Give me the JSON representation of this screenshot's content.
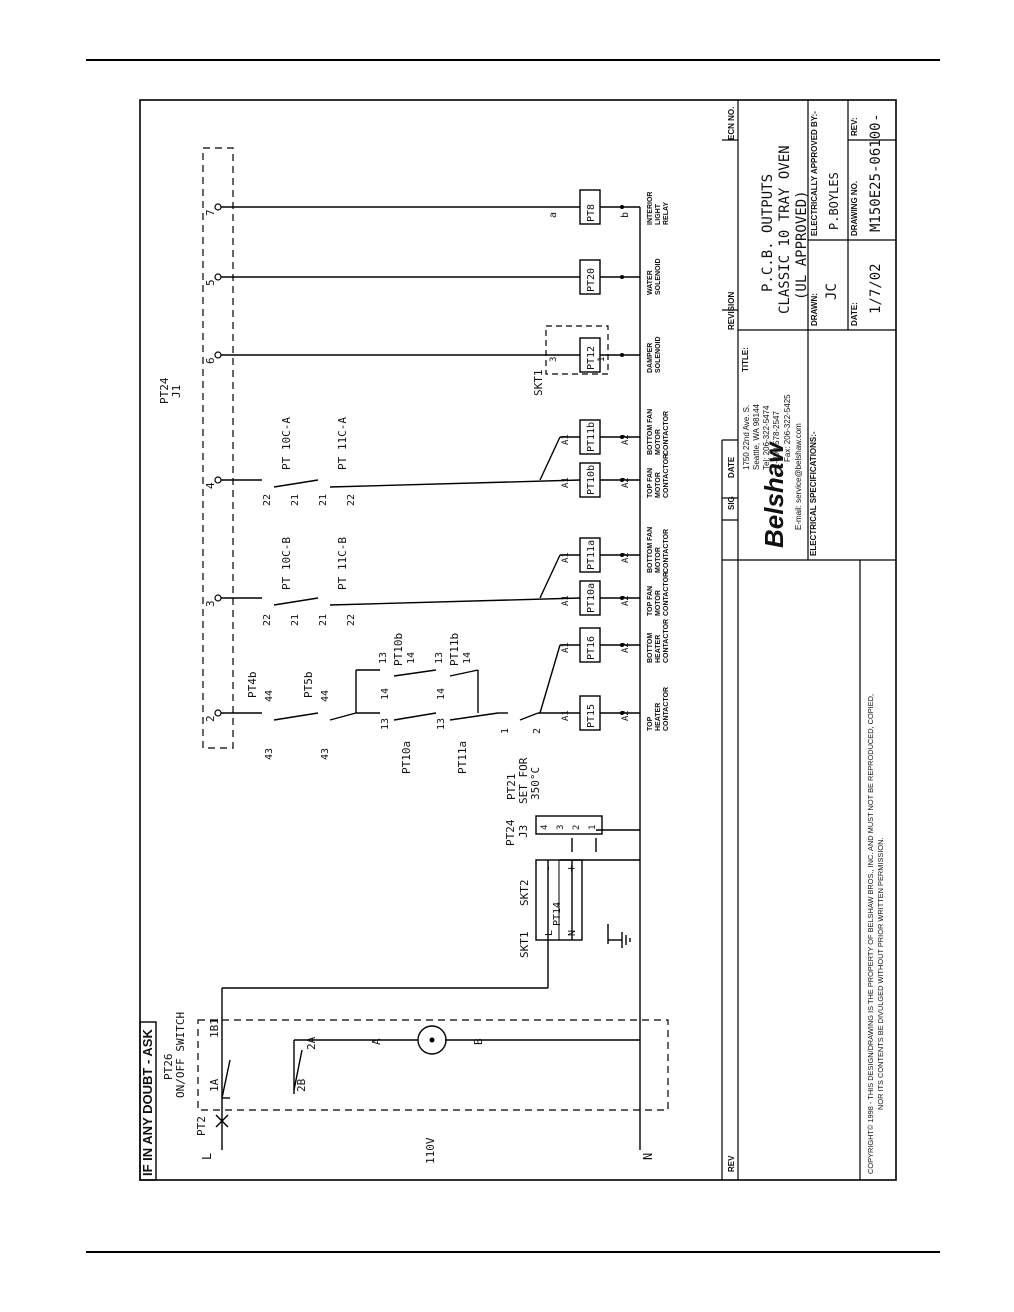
{
  "banner": "IF IN ANY DOUBT - ASK",
  "copyright": {
    "line1": "COPYRIGHT© 1998 - THIS DESIGN/DRAWING IS THE PROPERTY OF BELSHAW BROS., INC. AND MUST NOT BE REPRODUCED, COPIED,",
    "line2": "NOR ITS CONTENTS BE DIVULGED WITHOUT PRIOR WRITTEN PERMISSION."
  },
  "title_block": {
    "headers": {
      "rev": "REV",
      "sig": "SIG",
      "date": "DATE",
      "revision": "REVISION",
      "ecn": "ECN NO."
    },
    "company": {
      "logo": "Belshaw",
      "address1": "1750 22nd Ave. S.",
      "address2": "Seattle, WA 98144",
      "tel": "Tel: 206-322-5474",
      "tollfree": "1-800-578-2547",
      "fax": "Fax: 206-322-5425",
      "email": "E-mail: service@belshaw.com"
    },
    "title_label": "TITLE:",
    "title_lines": [
      "P.C.B. OUTPUTS",
      "CLASSIC 10 TRAY OVEN",
      "(UL APPROVED)"
    ],
    "electrical_specs": "ELECTRICAL SPECIFICATIONS:-",
    "drawn_label": "DRAWN:",
    "drawn_value": "JC",
    "elec_approved_label": "ELECTRICALLY APPROVED BY:-",
    "elec_approved_value": "P.BOYLES",
    "date_label": "DATE:",
    "date_value": "1/7/02",
    "drawing_no_label": "DRAWING NO.",
    "drawing_no_value": "M150E25-06100",
    "rev_label": "REV:",
    "rev_value": "-"
  },
  "schematic": {
    "supply_voltage": "110V",
    "line_L": "L",
    "line_N": "N",
    "pt2": "PT2",
    "pt26": "PT26",
    "switch": "ON/OFF SWITCH",
    "sw_1A": "1A",
    "sw_1B1": "1B1",
    "sw_2A": "2A",
    "sw_2B": "2B",
    "node_A": "A",
    "node_B": "B",
    "skt1": "SKT1",
    "skt2": "SKT2",
    "pt14": "PT14",
    "psu_L": "L",
    "psu_N": "N",
    "psu_minus": "-",
    "psu_plus": "+",
    "pt24_j3": "PT24",
    "j3": "J3",
    "j3_pins": [
      "4",
      "3",
      "2",
      "1"
    ],
    "pt24_j1": "PT24",
    "j1": "J1",
    "j1_pins": [
      "2",
      "3",
      "4",
      "6",
      "5",
      "7"
    ],
    "thermostat": [
      "PT21",
      "SET FOR",
      "350°C"
    ],
    "therm_pins": [
      "1",
      "2"
    ],
    "pt4b": "PT4b",
    "pt5b": "PT5b",
    "pt10a": "PT10a",
    "pt11a": "PT11a",
    "pt10b": "PT10b",
    "pt11b": "PT11b",
    "pins_43_44": [
      "43",
      "44"
    ],
    "pins_13_14": [
      "13",
      "14"
    ],
    "pins_21_22": [
      "21",
      "22"
    ],
    "pt10c_b": "PT 10C-B",
    "pt11c_b": "PT 11C-B",
    "pt10c_a": "PT 10C-A",
    "pt11c_a": "PT 11C-A",
    "skt1_damper": "SKT1",
    "skt_pins": [
      "3",
      "1"
    ],
    "terminal_a1": "A1",
    "terminal_a2": "A2",
    "terminal_a": "a",
    "terminal_b": "b",
    "loads": [
      {
        "tag": "PT15",
        "label": [
          "TOP",
          "HEATER",
          "CONTACTOR"
        ]
      },
      {
        "tag": "PT16",
        "label": [
          "BOTTOM",
          "HEATER",
          "CONTACTOR"
        ]
      },
      {
        "tag": "PT10a",
        "label": [
          "TOP FAN",
          "MOTOR",
          "CONTACTOR"
        ]
      },
      {
        "tag": "PT11a",
        "label": [
          "BOTTOM FAN",
          "MOTOR",
          "CONTACTOR"
        ]
      },
      {
        "tag": "PT10b",
        "label": [
          "TOP FAN",
          "MOTOR",
          "CONTACTOR"
        ]
      },
      {
        "tag": "PT11b",
        "label": [
          "BOTTOM FAN",
          "MOTOR",
          "CONTACTOR"
        ]
      },
      {
        "tag": "PT12",
        "label": [
          "DAMPER",
          "SOLENOID"
        ]
      },
      {
        "tag": "PT20",
        "label": [
          "WATER",
          "SOLENOID"
        ]
      },
      {
        "tag": "PT8",
        "label": [
          "INTERIOR",
          "LIGHT",
          "RELAY"
        ]
      }
    ]
  }
}
